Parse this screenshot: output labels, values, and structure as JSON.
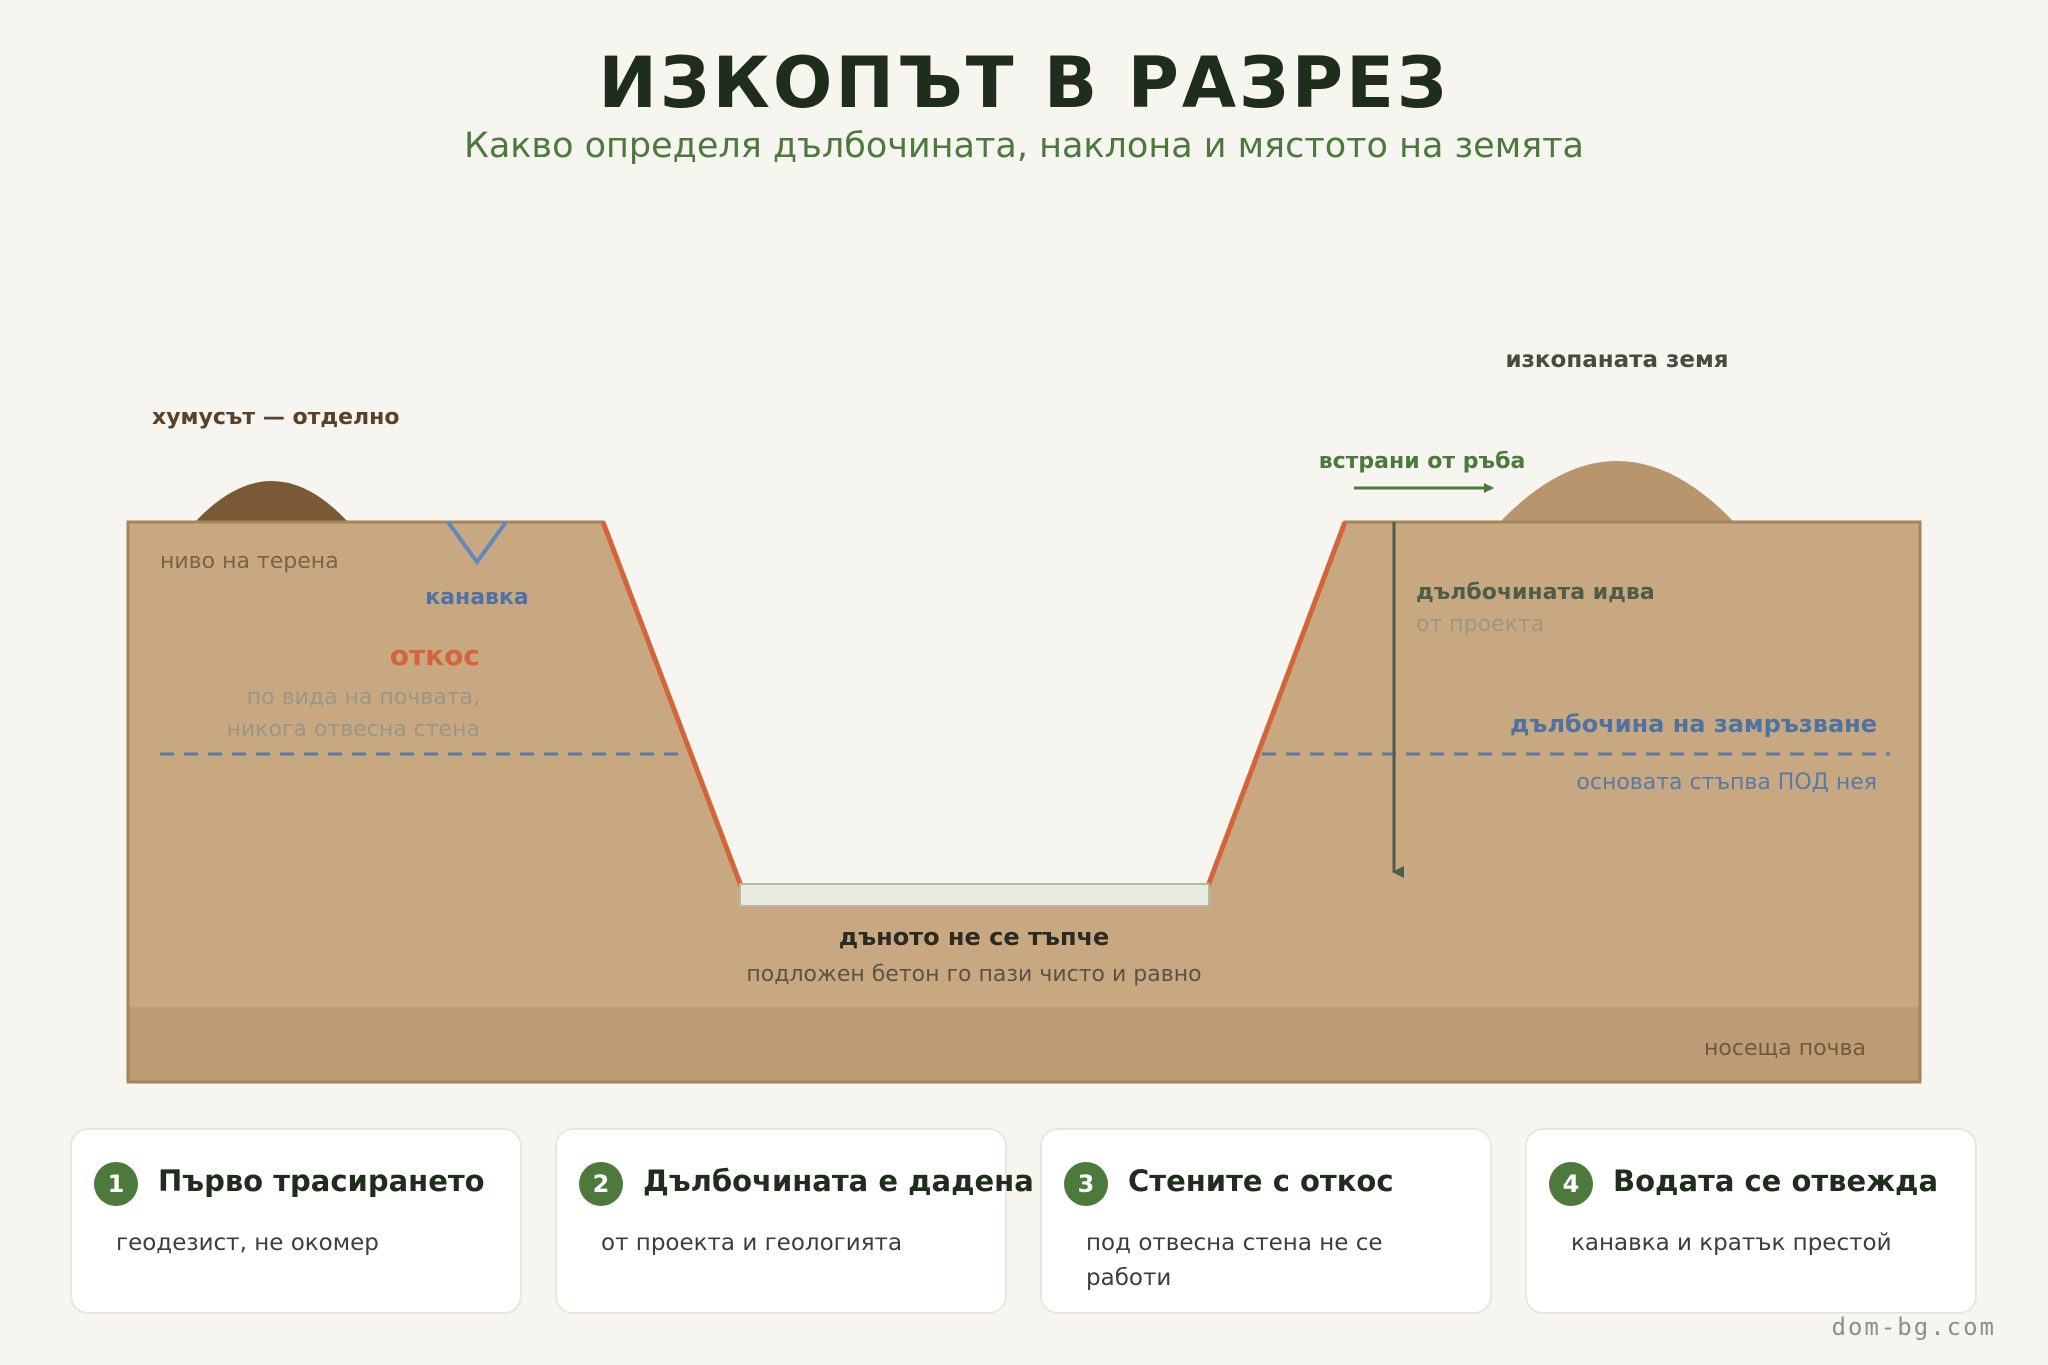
{
  "header": {
    "title": "ИЗКОПЪТ В РАЗРЕЗ",
    "subtitle": "Какво определя дълбочината, наклона и мястото на земята"
  },
  "diagram": {
    "topsoil_label": "хумусът — отделно",
    "ground_level_label": "ниво на терена",
    "ditch_label": "канавка",
    "slope_label": "откос",
    "slope_note_1": "по вида на почвата,",
    "slope_note_2": "никога отвесна стена",
    "spoil_label": "изкопаната земя",
    "aside_label": "встрани от ръба",
    "depth_label": "дълбочината идва",
    "depth_note": "от проекта",
    "frost_label": "дълбочина на замръзване",
    "frost_note": "основата стъпва ПОД нея",
    "bottom_label": "дъното не се тъпче",
    "bottom_note": "подложен бетон го пази чисто и равно",
    "bearing_label": "носеща почва"
  },
  "cards": [
    {
      "num": "1",
      "title": "Първо трасирането",
      "desc": "геодезист, не окомер"
    },
    {
      "num": "2",
      "title": "Дълбочината е дадена",
      "desc": "от проекта и геологията"
    },
    {
      "num": "3",
      "title": "Стените с откос",
      "desc": "под отвесна стена не се работи"
    },
    {
      "num": "4",
      "title": "Водата се отвежда",
      "desc": "канавка и кратък престой"
    }
  ],
  "footer": {
    "site": "dom-bg.com"
  },
  "colors": {
    "soil": "#c8a881",
    "bearing_soil": "#bd9c73",
    "topsoil": "#7a5a36",
    "spoil": "#b8956d",
    "slope": "#d4643a",
    "frost": "#5a7aa6",
    "ditch": "#6088c0",
    "accent_green": "#4b7a3c",
    "concrete": "#e9ebe0"
  }
}
